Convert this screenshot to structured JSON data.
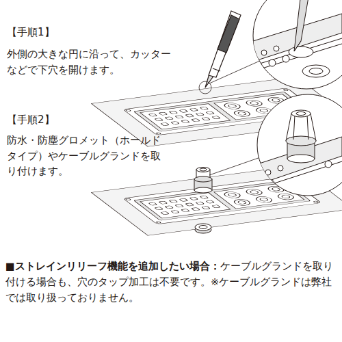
{
  "diagram": {
    "labels": [
      "【手順1】",
      "外側の大きな円に沿って、カッターなどで下穴を開けます。",
      "【手順2】",
      "防水・防塵グロメット（ホールドタイプ）やケーブルグランドを取り付けます。",
      "■ストレインリリーフ機能を追加したい場合：",
      "ケーブルグランドを取り付ける場合も、穴のタップ加工は不要です。※ケーブルグランドは弊社では取り扱っておりません。"
    ]
  }
}
